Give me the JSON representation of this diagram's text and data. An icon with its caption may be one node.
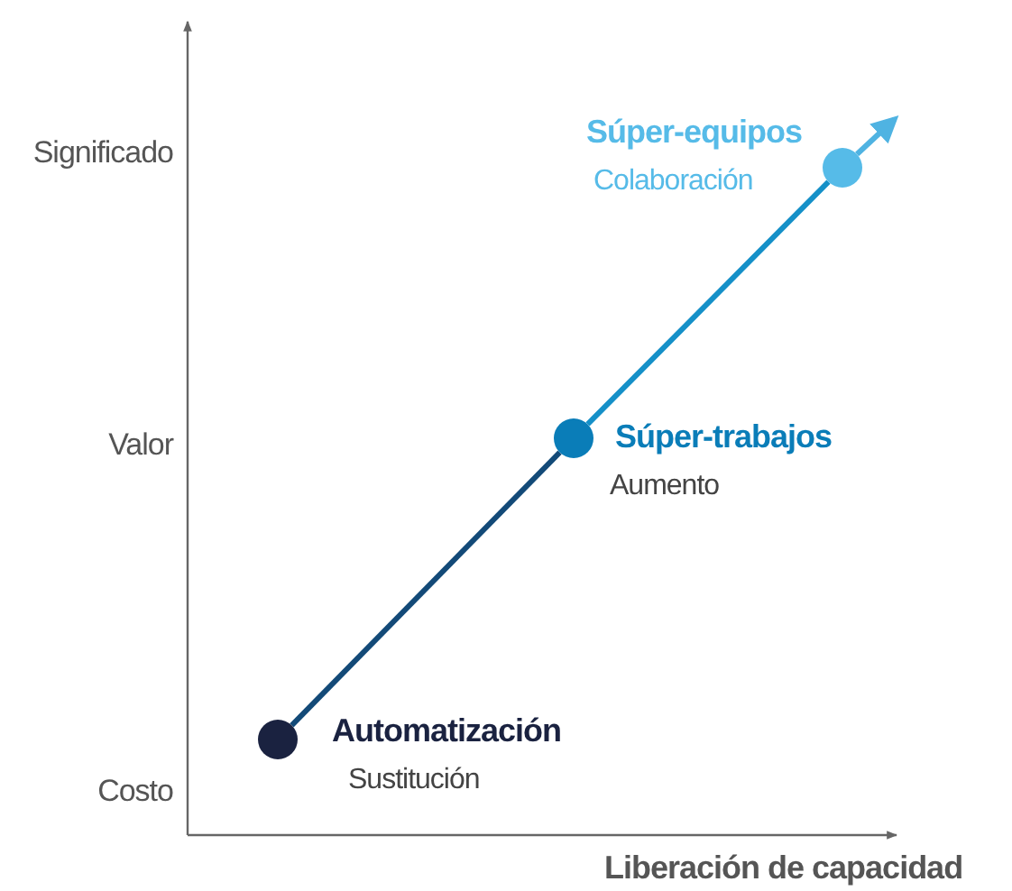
{
  "diagram": {
    "nodes": [
      {
        "text": [],
        "shape": "circle",
        "beside": [
          "Automatización",
          "Sustitución"
        ]
      },
      {
        "text": [],
        "shape": "circle",
        "beside": [
          "Súper-trabajos",
          "Aumento"
        ]
      },
      {
        "text": [],
        "shape": "circle",
        "beside": [
          "Súper-equipos",
          "Colaboración"
        ]
      }
    ],
    "edges": [
      {
        "from": 0,
        "to": 1,
        "arrow": "none",
        "color": "#134a78"
      },
      {
        "from": 1,
        "to": 2,
        "arrow": "none",
        "color": "#1590c8"
      },
      {
        "from": 2,
        "to": null,
        "arrow": "to",
        "color": "#4fb3e2"
      }
    ],
    "labels": [
      "Significado",
      "Valor",
      "Costo",
      "Liberación de capacidad"
    ]
  }
}
